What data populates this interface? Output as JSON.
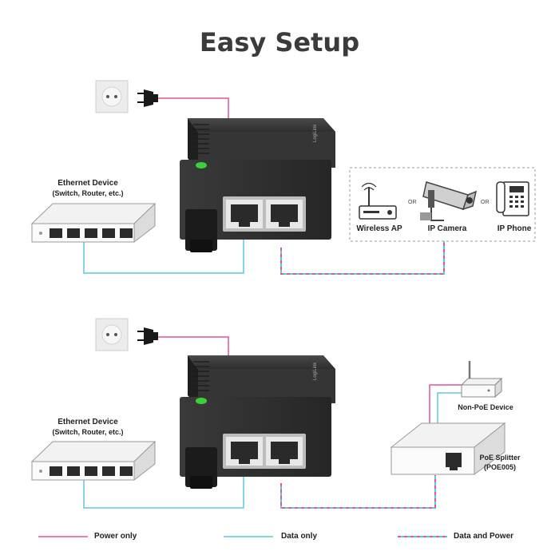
{
  "title": "Easy Setup",
  "brand": "LogiLink",
  "top_setup": {
    "ethernet_device_label_1": "Ethernet Device",
    "ethernet_device_label_2": "(Switch, Router, etc.)",
    "devices": [
      {
        "label": "Wireless AP",
        "icon": "wireless-ap-icon"
      },
      {
        "label": "IP Camera",
        "icon": "ip-camera-icon"
      },
      {
        "label": "IP Phone",
        "icon": "ip-phone-icon"
      }
    ],
    "or_label": "OR"
  },
  "bottom_setup": {
    "ethernet_device_label_1": "Ethernet Device",
    "ethernet_device_label_2": "(Switch, Router, etc.)",
    "non_poe_label": "Non-PoE Device",
    "splitter_label_1": "PoE Splitter",
    "splitter_label_2": "(POE005)"
  },
  "legend": {
    "power_only": "Power only",
    "data_only": "Data only",
    "data_and_power": "Data and Power"
  },
  "colors": {
    "power": "#e0559a",
    "data": "#5fc8e0",
    "injector_body": "#2c2c2c",
    "led_green": "#3bd13b"
  }
}
